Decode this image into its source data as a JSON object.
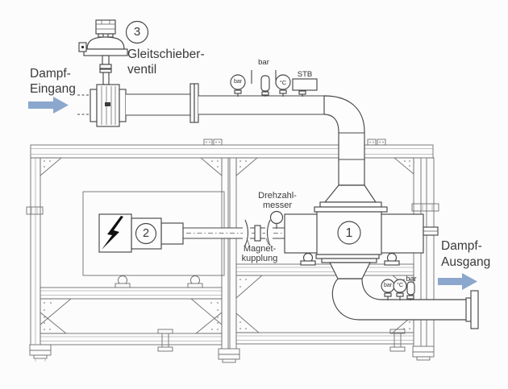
{
  "diagram": {
    "steam_inlet": {
      "line1": "Dampf-",
      "line2": "Eingang"
    },
    "steam_outlet": {
      "line1": "Dampf-",
      "line2": "Ausgang"
    },
    "valve": {
      "number": "3",
      "name_line1": "Gleitschieber-",
      "name_line2": "ventil"
    },
    "turbine": {
      "number": "1"
    },
    "generator": {
      "number": "2"
    },
    "tachometer": {
      "line1": "Drehzahl-",
      "line2": "messer"
    },
    "magnetic_coupling": {
      "line1": "Magnet-",
      "line2": "kupplung"
    },
    "inlet_gauges": [
      {
        "label": "bar"
      },
      {
        "label": "bar"
      },
      {
        "label": "°C"
      },
      {
        "label": "STB"
      }
    ],
    "outlet_gauges": [
      {
        "label": "bar"
      },
      {
        "label": "°C"
      },
      {
        "label": "bar"
      }
    ],
    "colors": {
      "arrow": "#8ca7cd",
      "line": "#474747",
      "frame": "#6e6e6e"
    }
  }
}
